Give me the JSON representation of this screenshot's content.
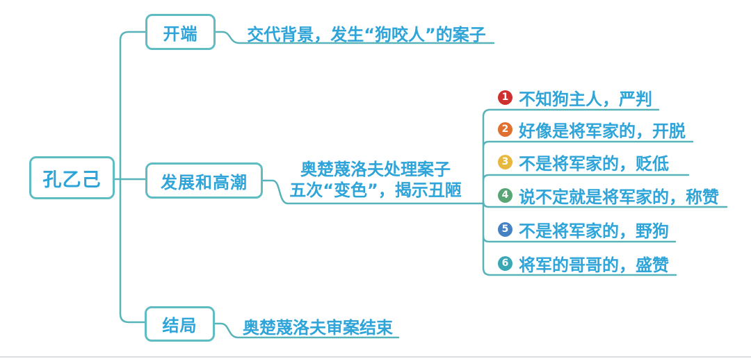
{
  "root": {
    "label": "孔乙己"
  },
  "colors": {
    "line": "#57b3b8",
    "box_border": "#5fbcc2",
    "text": "#2ea4d8"
  },
  "branches": [
    {
      "label": "开端",
      "note": "交代背景，发生“狗咬人”的案子"
    },
    {
      "label": "发展和高潮",
      "note_line1": "奥楚蔑洛夫处理案子",
      "note_line2": "五次“变色”，揭示丑陋",
      "children": [
        {
          "num": "1",
          "text": "不知狗主人，严判",
          "color": "#ce2f2f"
        },
        {
          "num": "2",
          "text": "好像是将军家的，开脱",
          "color": "#df7030"
        },
        {
          "num": "3",
          "text": "不是将军家的，贬低",
          "color": "#e7b73e"
        },
        {
          "num": "4",
          "text": "说不定就是将军家的，称赞",
          "color": "#5aa576"
        },
        {
          "num": "5",
          "text": "不是将军家的，野狗",
          "color": "#4681c2"
        },
        {
          "num": "6",
          "text": "将军的哥哥的，盛赞",
          "color": "#3aa7b4"
        }
      ]
    },
    {
      "label": "结局",
      "note": "奥楚蔑洛夫审案结束"
    }
  ]
}
